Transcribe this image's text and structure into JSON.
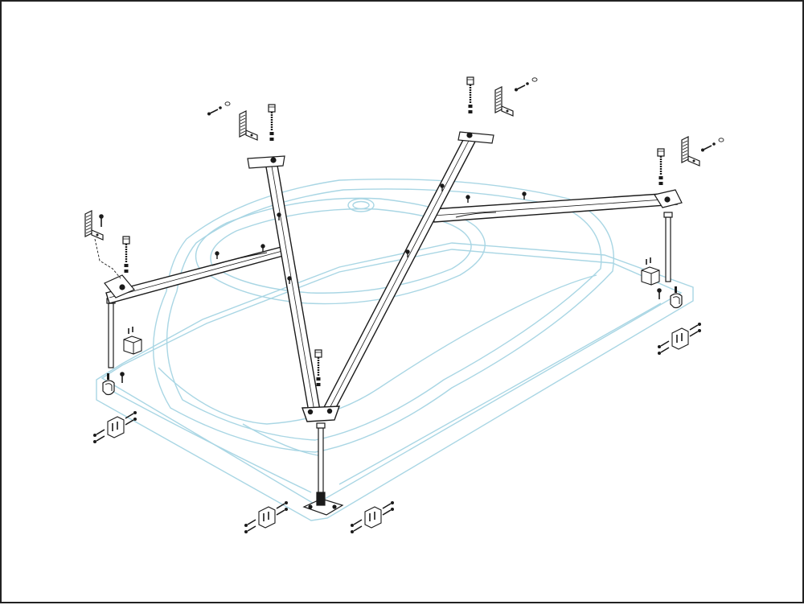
{
  "figure": {
    "kind": "exploded assembly diagram",
    "colors": {
      "frame_stroke": "#1a1a1a",
      "frame_fill": "#ffffff",
      "bathtub_outline": "#a9d6e4",
      "hardware": "#1a1a1a",
      "page_border": "#222222"
    },
    "legs": 5,
    "braces": 4
  }
}
